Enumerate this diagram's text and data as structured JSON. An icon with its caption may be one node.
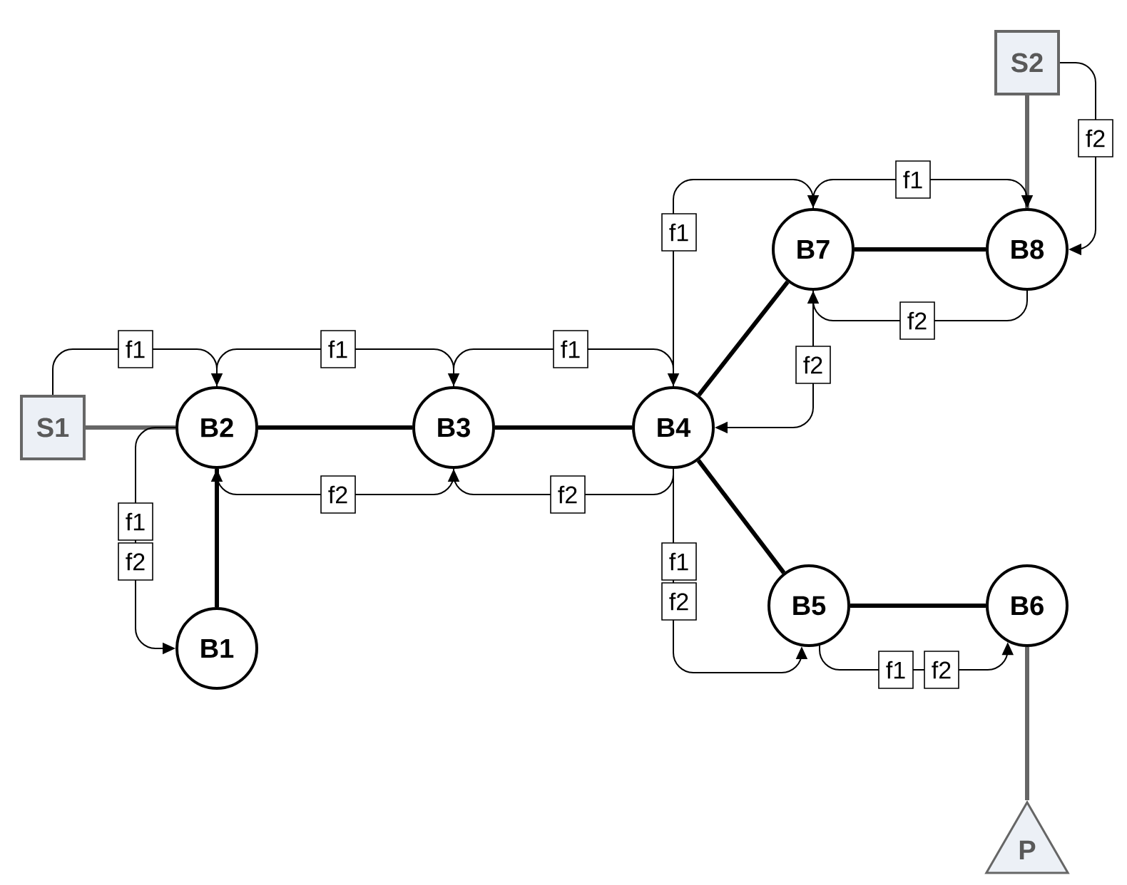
{
  "diagram": {
    "nodes": [
      {
        "text": [
          "S2"
        ]
      },
      {
        "text": [
          "B7"
        ]
      },
      {
        "text": [
          "B8"
        ]
      },
      {
        "text": [
          "S1"
        ]
      },
      {
        "text": [
          "B2"
        ]
      },
      {
        "text": [
          "B3"
        ]
      },
      {
        "text": [
          "B4"
        ]
      },
      {
        "text": [
          "B1"
        ]
      },
      {
        "text": [
          "B5"
        ]
      },
      {
        "text": [
          "B6"
        ]
      },
      {
        "text": [
          "P"
        ]
      }
    ],
    "edges": [
      {
        "from": 4,
        "to": 5,
        "arrow": "none",
        "style": "thick"
      },
      {
        "from": 5,
        "to": 6,
        "arrow": "none",
        "style": "thick"
      },
      {
        "from": 4,
        "to": 7,
        "arrow": "none",
        "style": "thick"
      },
      {
        "from": 6,
        "to": 1,
        "arrow": "none",
        "style": "thick"
      },
      {
        "from": 1,
        "to": 2,
        "arrow": "none",
        "style": "thick"
      },
      {
        "from": 6,
        "to": 8,
        "arrow": "none",
        "style": "thick"
      },
      {
        "from": 8,
        "to": 9,
        "arrow": "none",
        "style": "thick"
      },
      {
        "from": 3,
        "to": 4,
        "arrow": "none",
        "style": "thick",
        "color": "#666666"
      },
      {
        "from": 0,
        "to": 2,
        "arrow": "none",
        "style": "thick",
        "color": "#666666"
      },
      {
        "from": 10,
        "to": 9,
        "arrow": "none",
        "style": "thick",
        "color": "#666666"
      },
      {
        "from": 3,
        "to": 4,
        "arrow": "to",
        "label": "f1"
      },
      {
        "from": 4,
        "to": 5,
        "arrow": "to",
        "label": "f1"
      },
      {
        "from": 5,
        "to": 6,
        "arrow": "to",
        "label": "f1"
      },
      {
        "from": 6,
        "to": 1,
        "arrow": "to",
        "label": "f1"
      },
      {
        "from": 1,
        "to": 2,
        "arrow": "to",
        "label": "f1"
      },
      {
        "from": 0,
        "to": 2,
        "arrow": "to",
        "label": "f2"
      },
      {
        "from": 2,
        "to": 1,
        "arrow": "to",
        "label": "f2"
      },
      {
        "from": 1,
        "to": 6,
        "arrow": "to",
        "label": "f2"
      },
      {
        "from": 6,
        "to": 5,
        "arrow": "to",
        "label": "f2"
      },
      {
        "from": 5,
        "to": 4,
        "arrow": "to",
        "label": "f2"
      },
      {
        "from": 4,
        "to": 7,
        "arrow": "to",
        "label": "f1"
      },
      {
        "from": 6,
        "to": 8,
        "arrow": "to",
        "label": "f1"
      },
      {
        "from": 8,
        "to": 9,
        "arrow": "to",
        "label": "f1"
      }
    ],
    "labels": [
      "f2",
      "f2",
      "f2"
    ]
  }
}
